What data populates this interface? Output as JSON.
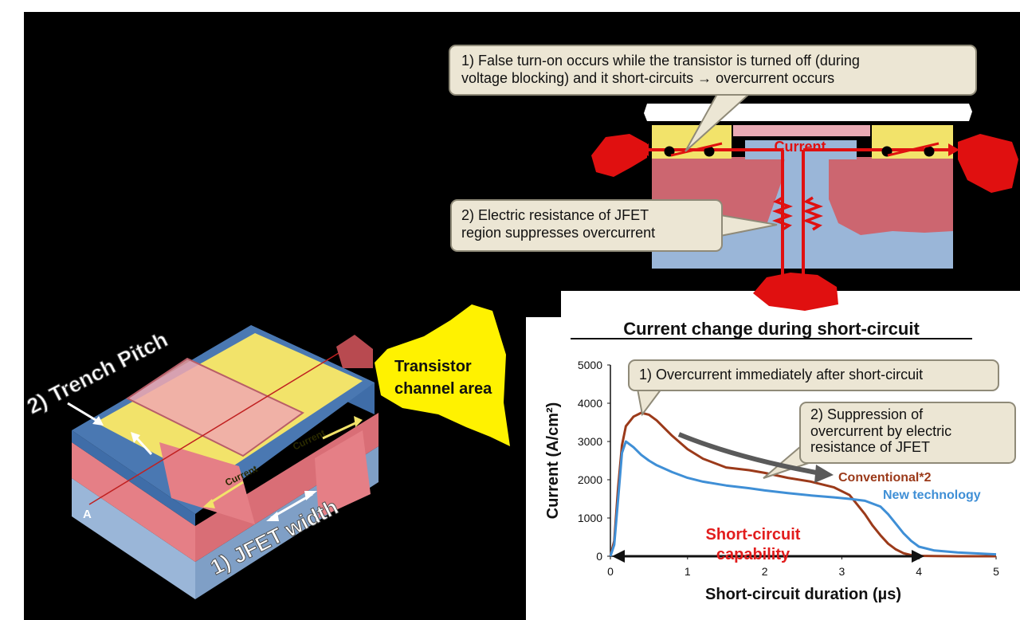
{
  "top_callout": {
    "line1": "1) False turn-on occurs while the transistor is turned off (during",
    "line2": "voltage blocking) and it short-circuits  → overcurrent occurs"
  },
  "mid_callout": {
    "line1": "2) Electric resistance of JFET",
    "line2": "region suppresses overcurrent"
  },
  "cross_section": {
    "current_label": "Current"
  },
  "device": {
    "trench_pitch_label": "2) Trench Pitch",
    "jfet_width_label": "1) JFET width",
    "current_label_left": "Current",
    "current_label_right": "Current",
    "corner_label": "A"
  },
  "channel_callout": {
    "line1": "Transistor",
    "line2": "channel area"
  },
  "graph_callout_1": {
    "text": "1) Overcurrent immediately after short-circuit"
  },
  "graph_callout_2": {
    "line1": "2) Suppression of",
    "line2": "overcurrent by electric",
    "line3": "resistance of JFET"
  },
  "capability_label": {
    "line1": "Short-circuit",
    "line2": "capability"
  },
  "colors": {
    "conventional": "#9b3a1a",
    "new_technology": "#3f8fd6",
    "capability": "#e21d1d",
    "black_bg": "#000000"
  },
  "chart_data": {
    "type": "line",
    "title": "Current change during short-circuit",
    "xlabel": "Short-circuit duration (µs)",
    "ylabel": "Current (A/cm²)",
    "xlim": [
      0,
      5
    ],
    "ylim": [
      0,
      5000
    ],
    "x_ticks": [
      "0",
      "1",
      "2",
      "3",
      "4",
      "5"
    ],
    "y_ticks": [
      "0",
      "1000",
      "2000",
      "3000",
      "4000",
      "5000"
    ],
    "series": [
      {
        "name": "Conventional*2",
        "color": "#9b3a1a",
        "x": [
          0,
          0.05,
          0.1,
          0.15,
          0.2,
          0.3,
          0.4,
          0.5,
          0.6,
          0.8,
          1.0,
          1.2,
          1.5,
          1.8,
          2.0,
          2.3,
          2.6,
          2.9,
          3.1,
          3.2,
          3.3,
          3.4,
          3.5,
          3.6,
          3.7,
          3.8,
          3.9,
          4.0,
          4.2,
          4.5,
          5.0
        ],
        "y": [
          0,
          400,
          1800,
          2900,
          3400,
          3650,
          3750,
          3700,
          3550,
          3150,
          2800,
          2550,
          2320,
          2250,
          2180,
          2050,
          1950,
          1800,
          1600,
          1350,
          1100,
          800,
          550,
          330,
          180,
          80,
          30,
          10,
          5,
          0,
          0
        ]
      },
      {
        "name": "New technology",
        "color": "#3f8fd6",
        "x": [
          0,
          0.05,
          0.1,
          0.15,
          0.2,
          0.3,
          0.4,
          0.5,
          0.6,
          0.8,
          1.0,
          1.2,
          1.5,
          1.8,
          2.0,
          2.3,
          2.6,
          2.9,
          3.1,
          3.3,
          3.5,
          3.6,
          3.7,
          3.8,
          3.9,
          4.0,
          4.2,
          4.5,
          5.0
        ],
        "y": [
          0,
          300,
          1500,
          2700,
          3000,
          2850,
          2650,
          2500,
          2380,
          2200,
          2050,
          1950,
          1850,
          1780,
          1720,
          1650,
          1590,
          1540,
          1500,
          1450,
          1300,
          1100,
          850,
          600,
          400,
          250,
          150,
          100,
          50
        ]
      }
    ],
    "annotations": [
      "1) Overcurrent immediately after short-circuit",
      "2) Suppression of overcurrent by electric resistance of JFET",
      "Short-circuit capability"
    ]
  }
}
